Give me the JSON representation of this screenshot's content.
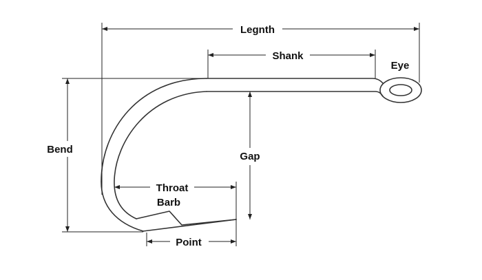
{
  "diagram": {
    "labels": {
      "length": "Legnth",
      "shank": "Shank",
      "eye": "Eye",
      "bend": "Bend",
      "gap": "Gap",
      "throat": "Throat",
      "barb": "Barb",
      "point": "Point"
    }
  }
}
